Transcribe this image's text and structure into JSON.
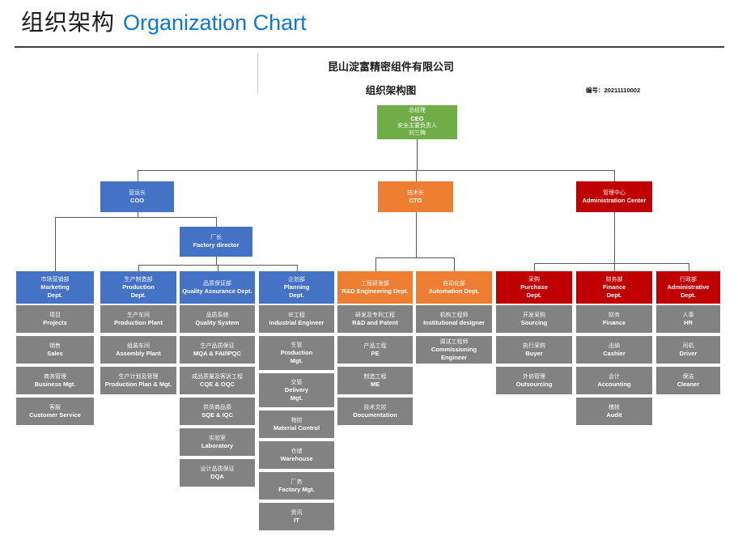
{
  "page_title": {
    "zh": "组织架构",
    "en": "Organization Chart"
  },
  "chart_header": {
    "company": "昆山淀富精密组件有限公司",
    "subtitle": "组织架构图",
    "code_label": "编号：",
    "code_value": "20211110002"
  },
  "colors": {
    "green": "#70AD47",
    "blue": "#4472C4",
    "orange": "#ED7D31",
    "red": "#C00000",
    "gray": "#828282",
    "line": "#595959",
    "title_accent": "#0B79D3"
  },
  "nodes": {
    "ceo": {
      "lines": [
        "总经理",
        "CEO",
        "安全主要负责人",
        "刘三梅"
      ]
    },
    "coo": {
      "lines": [
        "营运长",
        "COO"
      ]
    },
    "cto": {
      "lines": [
        "技术长",
        "CTO"
      ]
    },
    "admin_center": {
      "lines": [
        "管理中心",
        "Administration Center"
      ]
    },
    "factory_director": {
      "lines": [
        "厂长",
        "Factory director"
      ]
    }
  },
  "departments": [
    {
      "id": "marketing",
      "color": "blue",
      "header": [
        "市场营销部",
        "Marketing\nDept."
      ],
      "children": [
        [
          "项目",
          "Projects"
        ],
        [
          "销售",
          "Sales"
        ],
        [
          "商务管理",
          "Business Mgt."
        ],
        [
          "客服",
          "Customer Service"
        ]
      ]
    },
    {
      "id": "production",
      "color": "blue",
      "header": [
        "生产制造部",
        "Production\nDept."
      ],
      "children": [
        [
          "生产车间",
          "Production Plant"
        ],
        [
          "组装车间",
          "Assembly Plant"
        ],
        [
          "生产计划及管理",
          "Production Plan & Mgt."
        ]
      ]
    },
    {
      "id": "quality",
      "color": "blue",
      "header": [
        "品质保证部",
        "Quality Assurance Dept."
      ],
      "children": [
        [
          "品质系统",
          "Quality System"
        ],
        [
          "生产品质保证",
          "MQA & FAI/IPQC"
        ],
        [
          "成品质量及客诉工程",
          "CQE & OQC"
        ],
        [
          "供货商品质",
          "SQE & IQC"
        ],
        [
          "实验室",
          "Laboratory"
        ],
        [
          "设计品质保证",
          "DQA"
        ]
      ]
    },
    {
      "id": "planning",
      "color": "blue",
      "header": [
        "企划部",
        "Planning\nDept."
      ],
      "children": [
        [
          "IE工程",
          "industrial Engineer"
        ],
        [
          "生管",
          "Production\nMgt."
        ],
        [
          "交管",
          "Delivery\nMgt."
        ],
        [
          "物控",
          "Material Control"
        ],
        [
          "仓储",
          "Warehouse"
        ],
        [
          "厂务",
          "Factory Mgt."
        ],
        [
          "资讯",
          "IT"
        ]
      ]
    },
    {
      "id": "rnd-engineering",
      "color": "orange",
      "header": [
        "工程研发部",
        "R&D Engineering Dept."
      ],
      "children": [
        [
          "研发及专利工程",
          "R&D and Patent"
        ],
        [
          "产品工程",
          "PE"
        ],
        [
          "制造工程",
          "ME"
        ],
        [
          "技术文控",
          "Documentation"
        ]
      ]
    },
    {
      "id": "automation",
      "color": "orange",
      "header": [
        "自动化部",
        "Automation Dept."
      ],
      "children": [
        [
          "机构工程师",
          "Institutional designer"
        ],
        [
          "调试工程师",
          "Commissioning Engineer"
        ]
      ]
    },
    {
      "id": "purchase",
      "color": "red",
      "header": [
        "采购",
        "Purchase\nDept."
      ],
      "children": [
        [
          "开发采购",
          "Sourcing"
        ],
        [
          "执行采购",
          "Buyer"
        ],
        [
          "外协管理",
          "Outsourcing"
        ]
      ]
    },
    {
      "id": "finance",
      "color": "red",
      "header": [
        "财务部",
        "Finance\nDept."
      ],
      "children": [
        [
          "财务",
          "Finance"
        ],
        [
          "出纳",
          "Cashier"
        ],
        [
          "会计",
          "Accounting"
        ],
        [
          "稽核",
          "Audit"
        ]
      ]
    },
    {
      "id": "administrative",
      "color": "red",
      "header": [
        "行政部",
        "Administrative\nDept."
      ],
      "children": [
        [
          "人事",
          "HR"
        ],
        [
          "司机",
          "Driver"
        ],
        [
          "保洁",
          "Cleaner"
        ]
      ]
    }
  ]
}
